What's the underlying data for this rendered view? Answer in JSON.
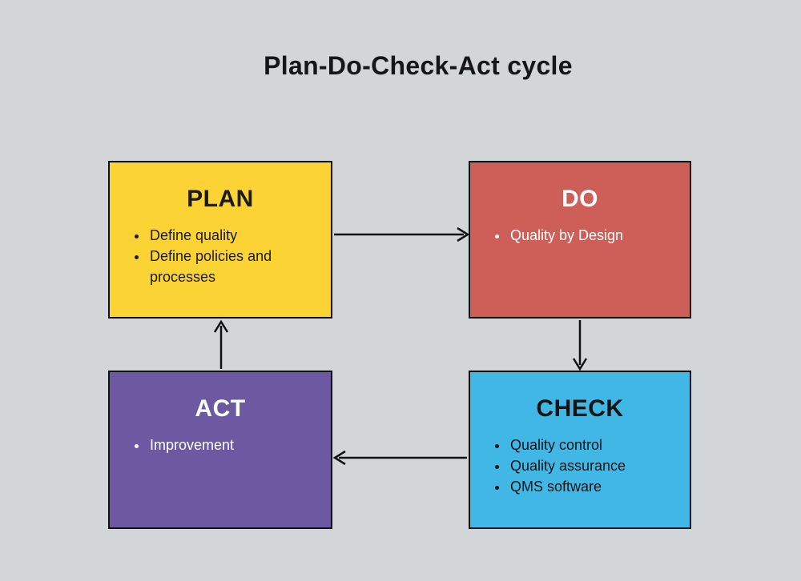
{
  "title": "Plan-Do-Check-Act cycle",
  "boxes": [
    {
      "id": "plan",
      "label": "PLAN",
      "color": "#fbd335",
      "text_color": "#1b1b1b",
      "items": [
        "Define quality",
        "Define policies and processes"
      ]
    },
    {
      "id": "do",
      "label": "DO",
      "color": "#cd5f58",
      "text_color": "#ffffff",
      "items": [
        "Quality by Design"
      ]
    },
    {
      "id": "check",
      "label": "CHECK",
      "color": "#41b7e6",
      "text_color": "#141414",
      "items": [
        "Quality control",
        "Quality assurance",
        "QMS software"
      ]
    },
    {
      "id": "act",
      "label": "ACT",
      "color": "#6c59a2",
      "text_color": "#ffffff",
      "items": [
        "Improvement"
      ]
    }
  ],
  "arrows": [
    {
      "id": "arrow-plan-do",
      "from": "PLAN",
      "to": "DO"
    },
    {
      "id": "arrow-do-check",
      "from": "DO",
      "to": "CHECK"
    },
    {
      "id": "arrow-check-act",
      "from": "CHECK",
      "to": "ACT"
    },
    {
      "id": "arrow-act-plan",
      "from": "ACT",
      "to": "PLAN"
    }
  ],
  "colors": {
    "background": "#d2d6d9",
    "border": "#111111",
    "arrow": "#111111"
  }
}
